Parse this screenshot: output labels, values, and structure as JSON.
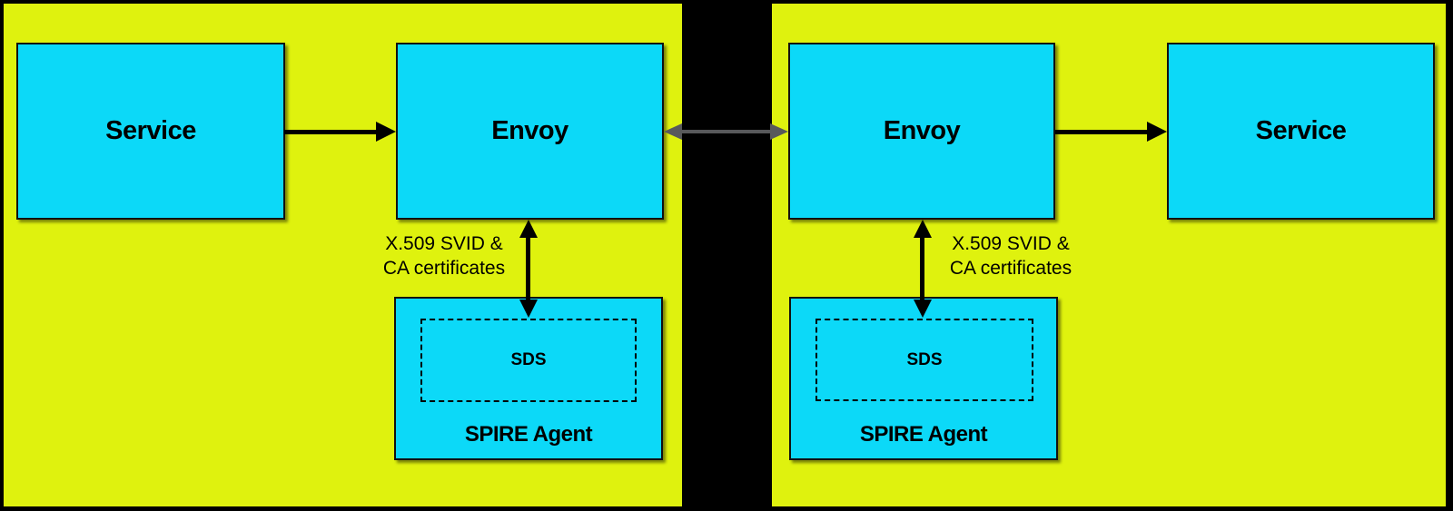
{
  "diagram": {
    "colors": {
      "background": "#000000",
      "panel_fill": "#DFF20E",
      "node_fill": "#0CD9F8",
      "node_border": "#111111",
      "arrow_black": "#000000",
      "arrow_gray": "#58595B",
      "text": "#000000"
    },
    "left": {
      "service_label": "Service",
      "envoy_label": "Envoy",
      "spire_agent_label": "SPIRE Agent",
      "sds_label": "SDS",
      "annotation_line1": "X.509 SVID &",
      "annotation_line2": "CA certificates"
    },
    "right": {
      "service_label": "Service",
      "envoy_label": "Envoy",
      "spire_agent_label": "SPIRE Agent",
      "sds_label": "SDS",
      "annotation_line1": "X.509 SVID &",
      "annotation_line2": "CA certificates"
    }
  }
}
